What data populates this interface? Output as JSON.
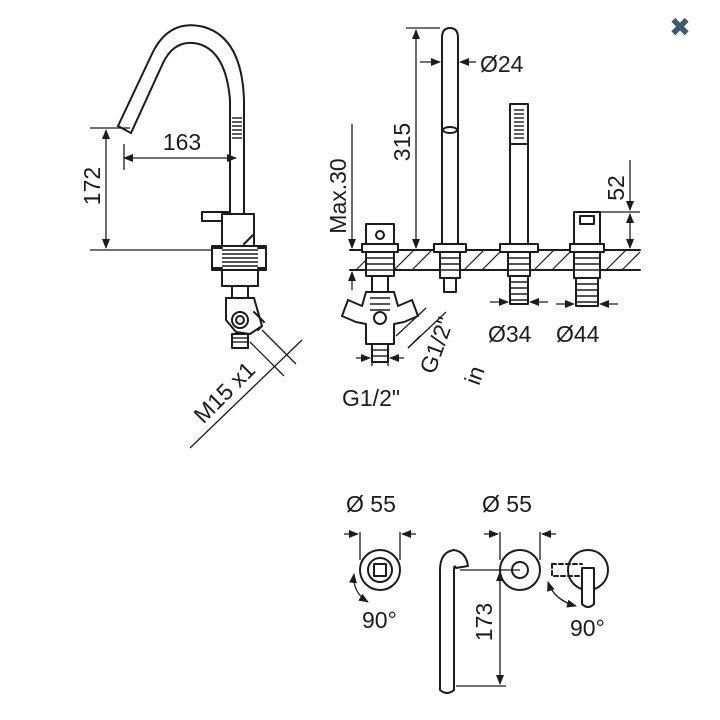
{
  "viewer": {
    "close_glyph": "✖",
    "close_icon": "close-icon"
  },
  "drawing": {
    "labels": {
      "spout_reach": "163",
      "spout_height": "172",
      "thread": "M15 x1",
      "spout_diameter": "Ø24",
      "spout_total_height": "315",
      "max_deck": "Max.30",
      "handle_height": "52",
      "base_diameter_small": "Ø34",
      "base_diameter_large": "Ø44",
      "inlet_connection": "G1/2\"",
      "inlet_connection_in": "G1/2\"",
      "inlet_in": "in",
      "plan_left_diameter": "Ø 55",
      "plan_right_diameter": "Ø 55",
      "plan_rotation_left": "90°",
      "plan_rotation_right": "90°",
      "plan_height": "173"
    }
  }
}
